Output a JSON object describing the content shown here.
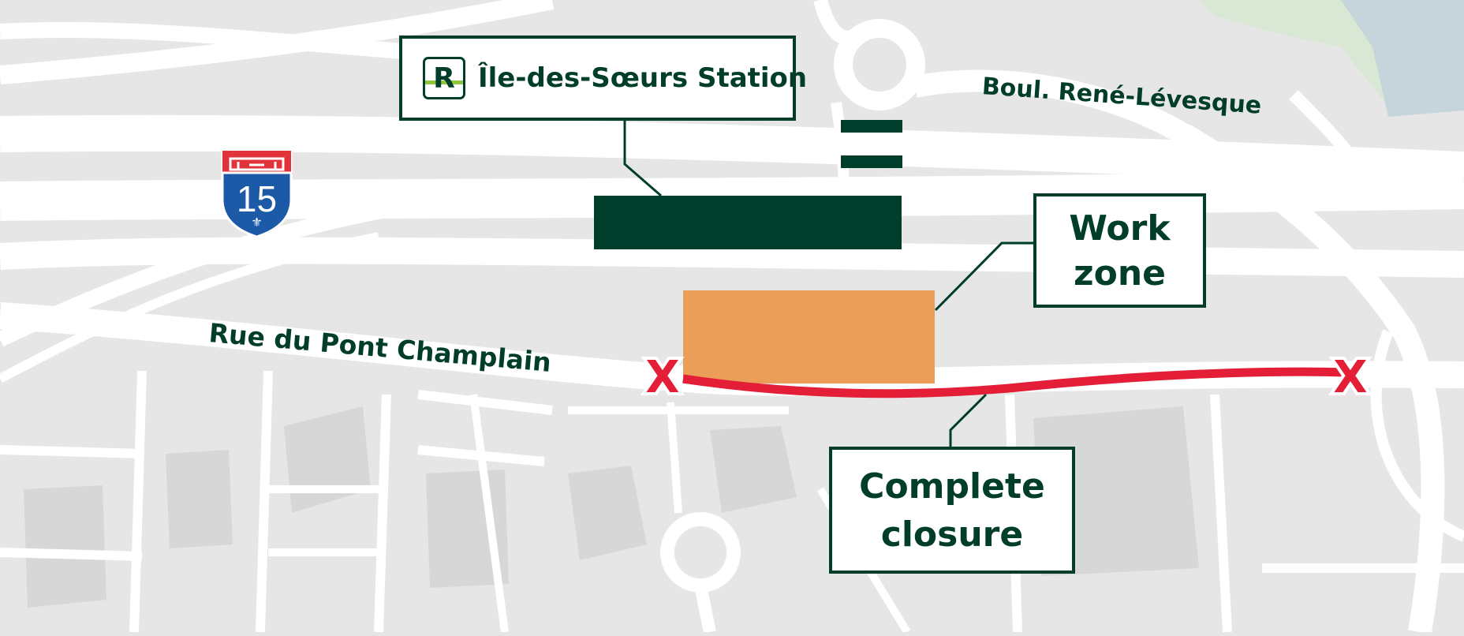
{
  "map": {
    "station": {
      "name": "Île-des-Sœurs Station",
      "logo_letter": "R",
      "icon": "rem-station-icon"
    },
    "roads": {
      "boulevard": "Boul. René-Lévesque",
      "street": "Rue du Pont Champlain"
    },
    "highway_shield": {
      "number": "15",
      "icon": "autoroute-shield-icon"
    },
    "work_zone": {
      "label": "Work zone",
      "color": "#eb9d5a"
    },
    "closure": {
      "label": "Complete closure",
      "color": "#e31e36",
      "end_marker": "X"
    },
    "colors": {
      "brand_green": "#003d2a",
      "rem_accent": "#8dc63f",
      "background": "#e6e6e6",
      "road": "#ffffff",
      "park": "#d9e8d5",
      "water": "#c5d5db",
      "shield_blue": "#1c5aa8",
      "shield_red": "#e2333b"
    }
  }
}
